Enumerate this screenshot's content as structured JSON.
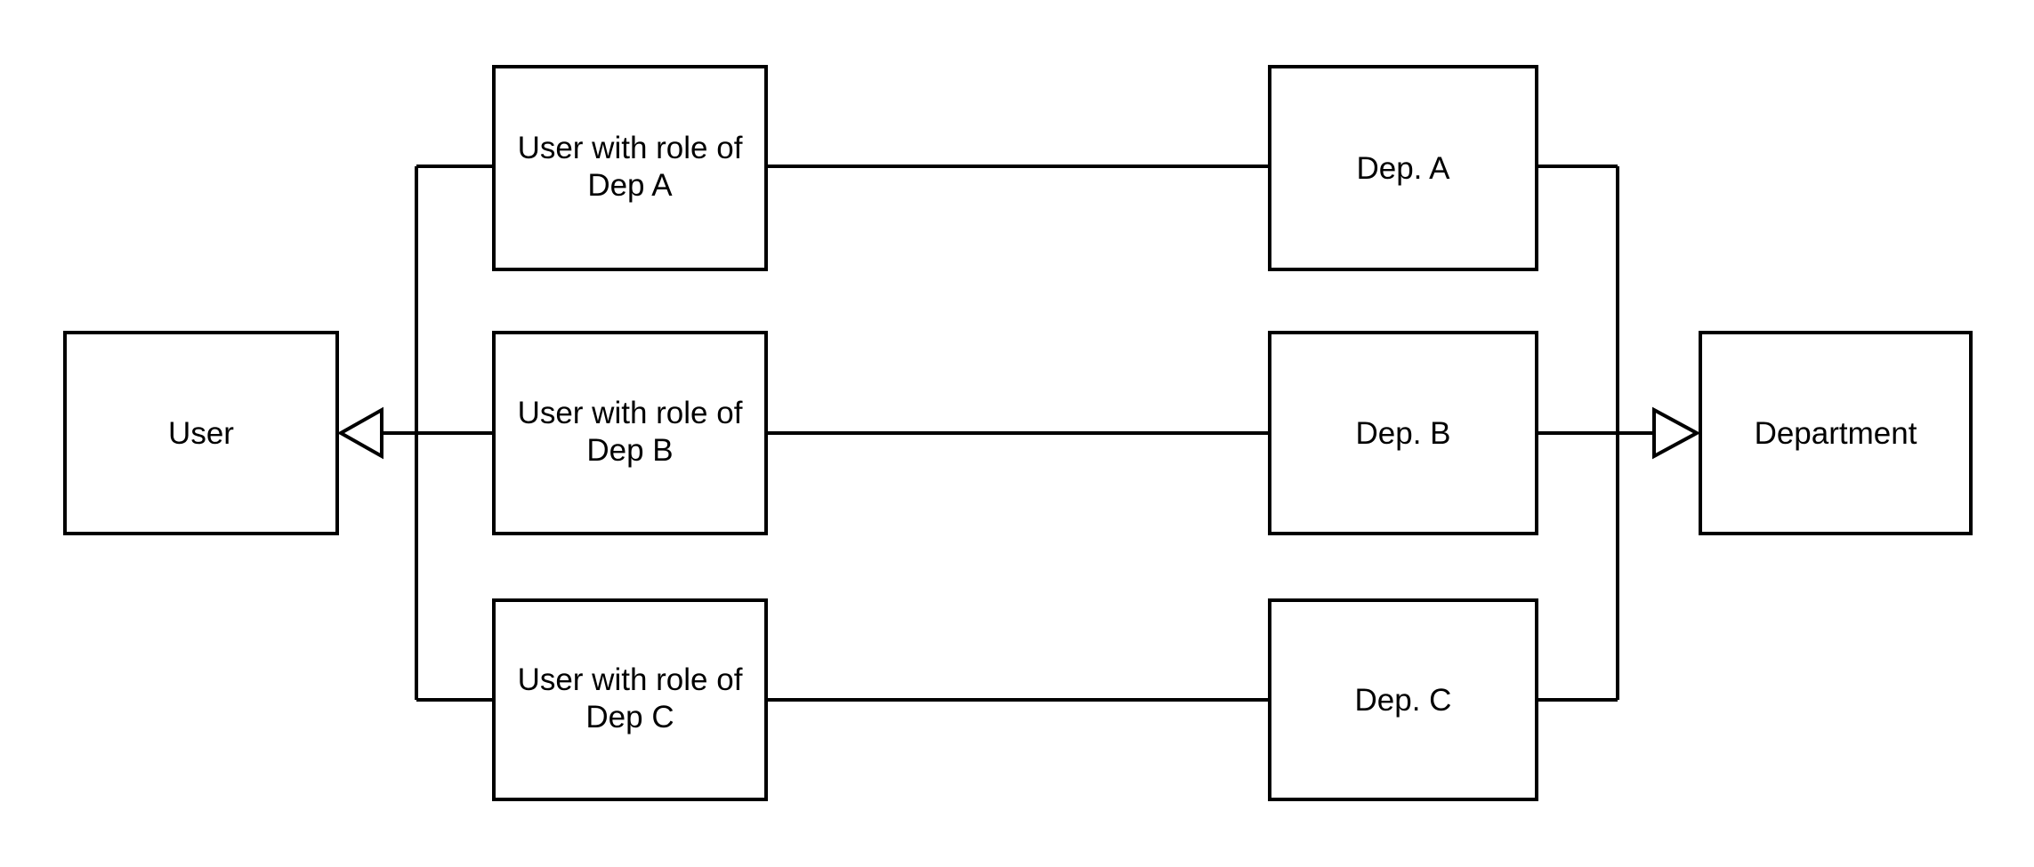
{
  "diagram": {
    "background_color": "#ffffff",
    "stroke_color": "#000000",
    "text_color": "#000000",
    "nodes": [
      {
        "id": "user",
        "label": "User"
      },
      {
        "id": "role-dep-a",
        "label_line1": "User with role of",
        "label_line2": "Dep A"
      },
      {
        "id": "role-dep-b",
        "label_line1": "User with role of",
        "label_line2": "Dep B"
      },
      {
        "id": "role-dep-c",
        "label_line1": "User with role of",
        "label_line2": "Dep C"
      },
      {
        "id": "dep-a",
        "label": "Dep. A"
      },
      {
        "id": "dep-b",
        "label": "Dep. B"
      },
      {
        "id": "dep-c",
        "label": "Dep. C"
      },
      {
        "id": "department",
        "label": "Department"
      }
    ],
    "edges": [
      {
        "from": "role-dep-a",
        "to": "user",
        "type": "generalization-hollow-triangle"
      },
      {
        "from": "role-dep-b",
        "to": "user",
        "type": "generalization-hollow-triangle"
      },
      {
        "from": "role-dep-c",
        "to": "user",
        "type": "generalization-hollow-triangle"
      },
      {
        "from": "role-dep-a",
        "to": "dep-a",
        "type": "plain-line"
      },
      {
        "from": "role-dep-b",
        "to": "dep-b",
        "type": "plain-line"
      },
      {
        "from": "role-dep-c",
        "to": "dep-c",
        "type": "plain-line"
      },
      {
        "from": "dep-a",
        "to": "department",
        "type": "generalization-hollow-triangle"
      },
      {
        "from": "dep-b",
        "to": "department",
        "type": "generalization-hollow-triangle"
      },
      {
        "from": "dep-c",
        "to": "department",
        "type": "generalization-hollow-triangle"
      }
    ]
  }
}
